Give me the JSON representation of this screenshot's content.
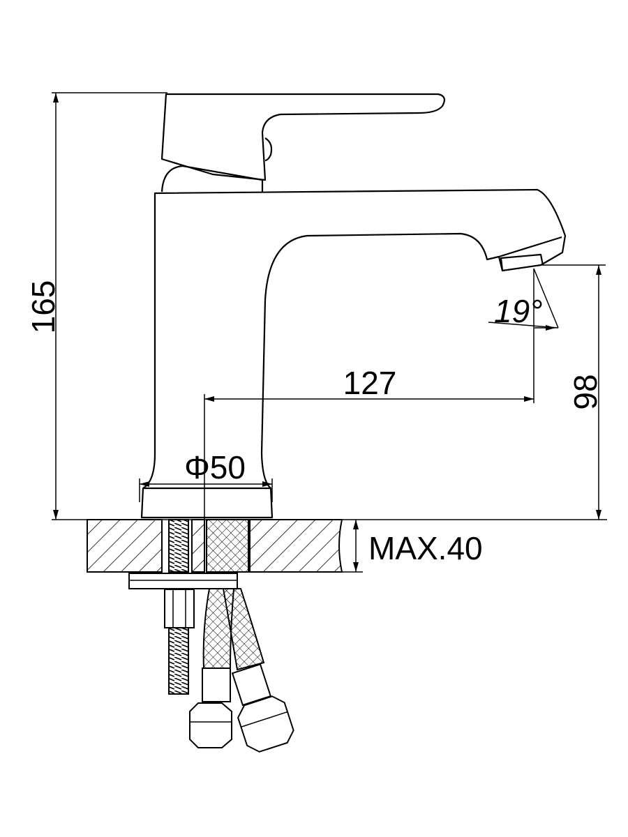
{
  "dimensions": {
    "total_height": "165",
    "spout_reach": "127",
    "spout_angle": "19°",
    "spout_height": "98",
    "base_diameter": "Φ50",
    "max_countertop": "MAX.40"
  },
  "colors": {
    "line": "#000000",
    "background": "#ffffff"
  }
}
